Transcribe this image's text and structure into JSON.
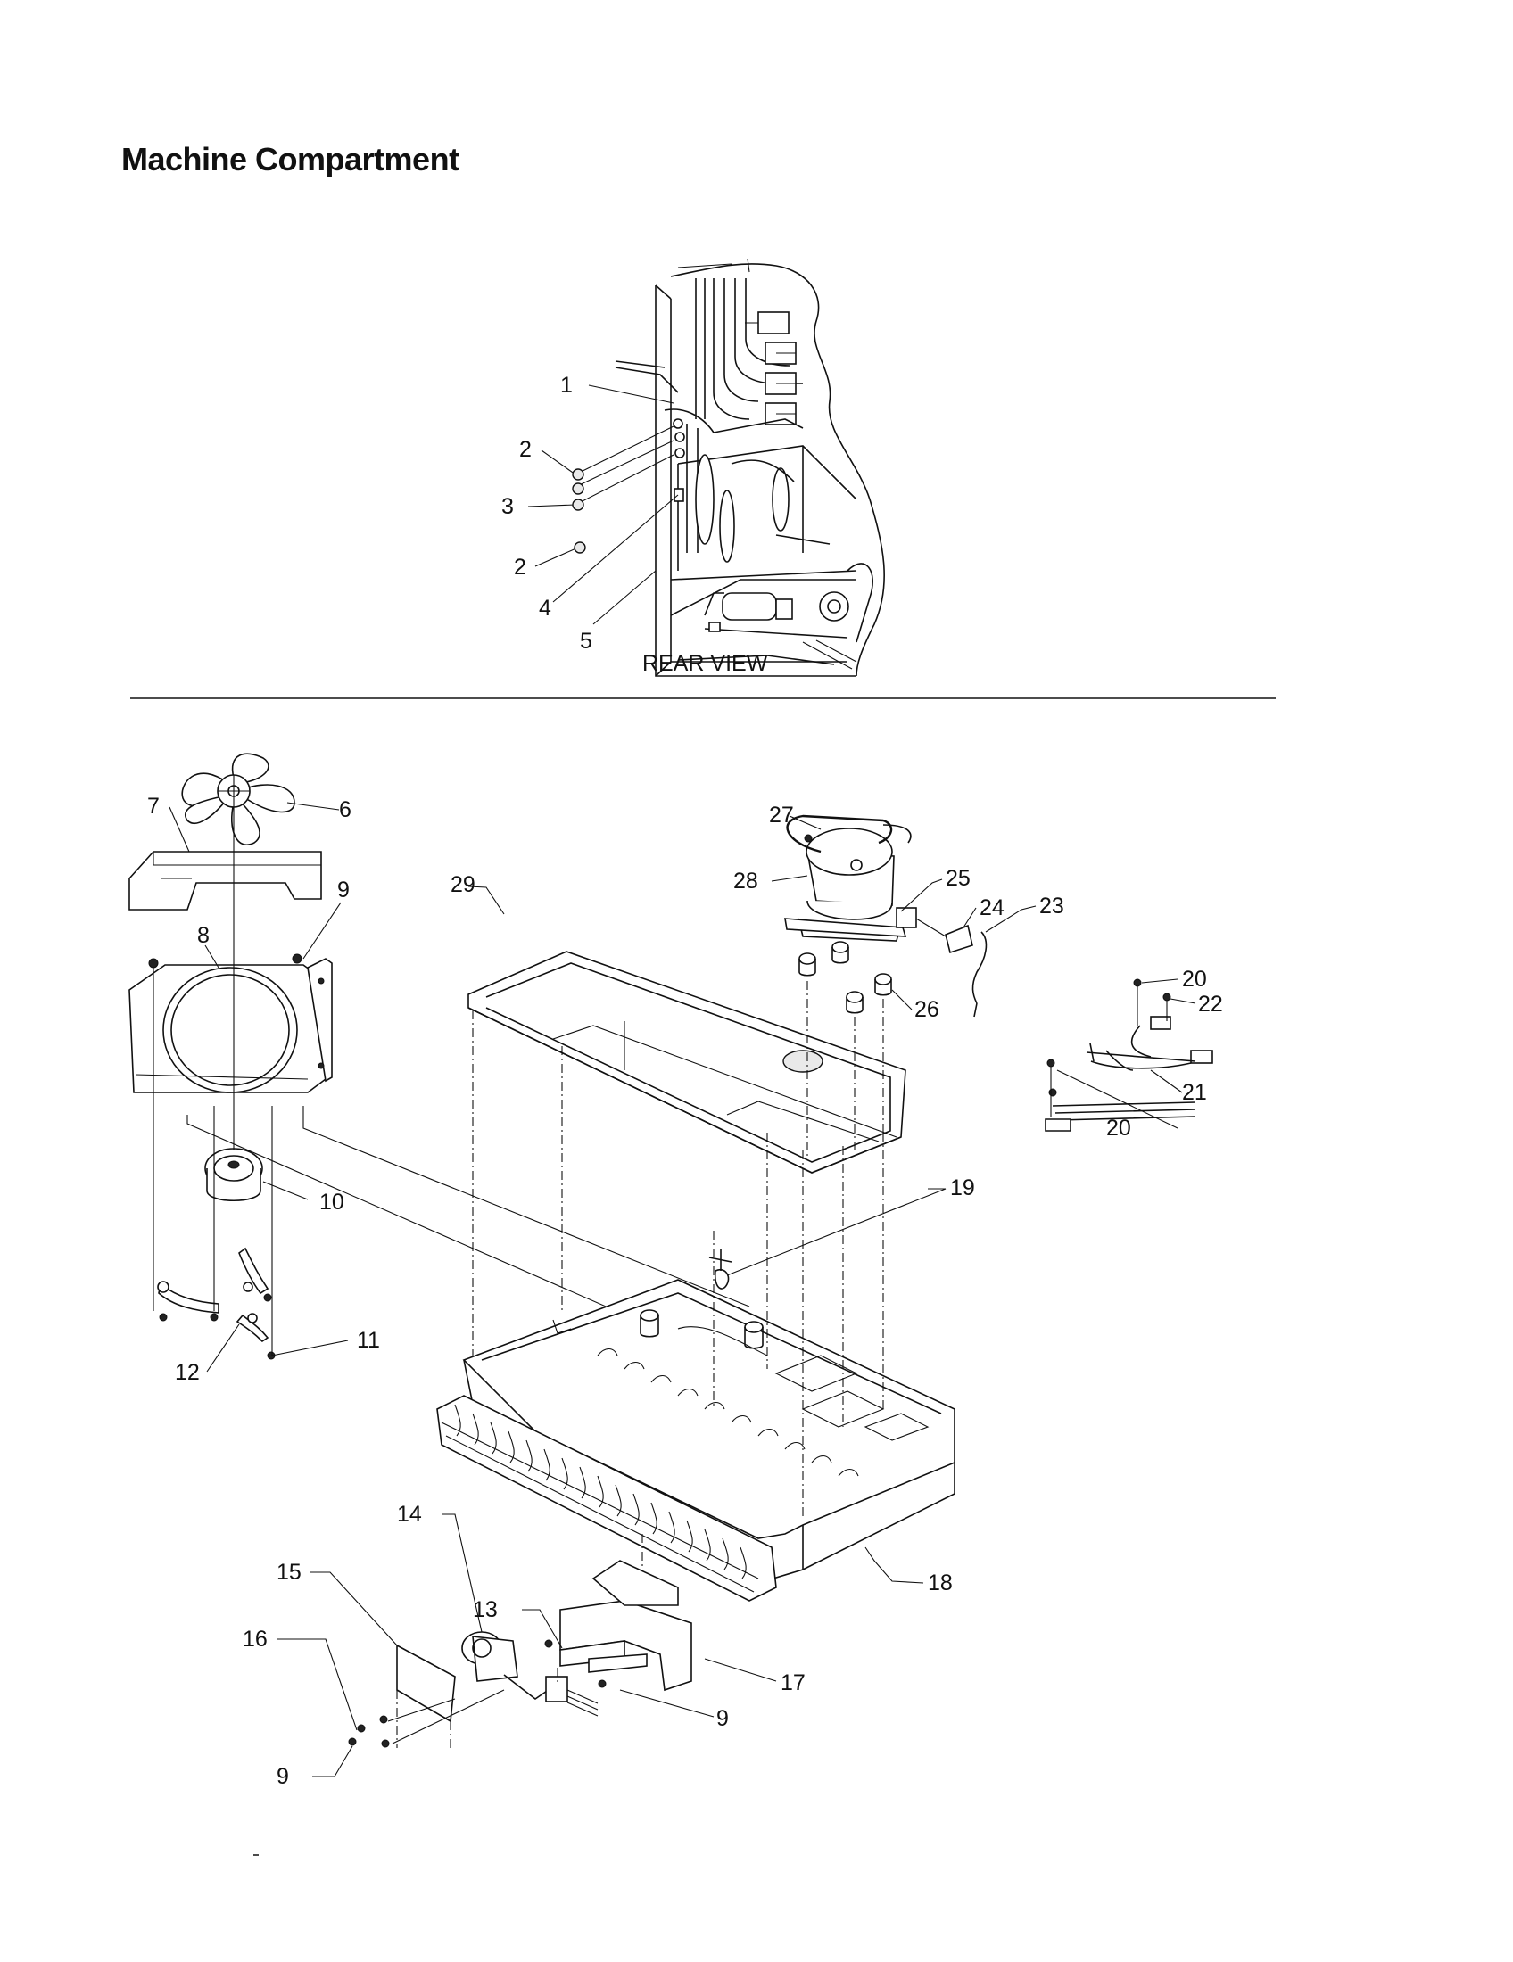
{
  "page": {
    "title": "Machine Compartment"
  },
  "rear_view": {
    "label": "REAR VIEW",
    "callouts": [
      "1",
      "2",
      "3",
      "2",
      "4",
      "5"
    ]
  },
  "main_view": {
    "callouts": [
      "6",
      "7",
      "8",
      "9",
      "10",
      "11",
      "12",
      "13",
      "14",
      "15",
      "16",
      "9",
      "9",
      "17",
      "18",
      "19",
      "20",
      "20",
      "21",
      "22",
      "23",
      "24",
      "25",
      "26",
      "27",
      "28",
      "29"
    ]
  }
}
